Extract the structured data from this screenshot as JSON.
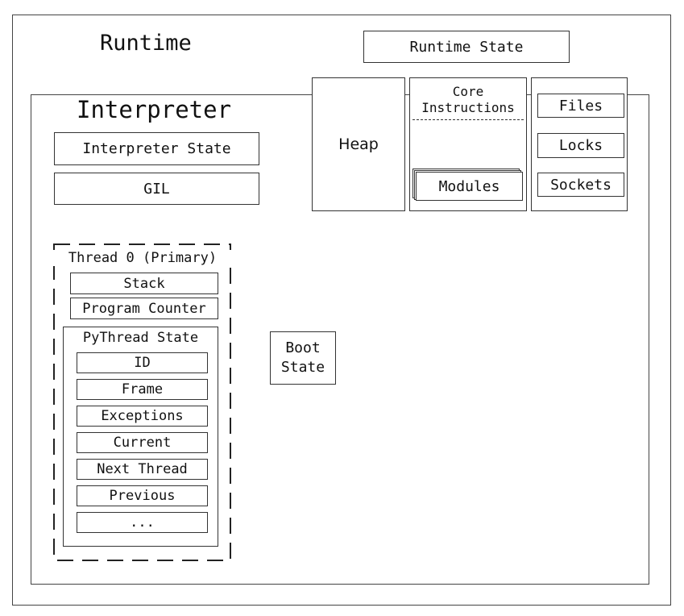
{
  "runtime": {
    "title": "Runtime",
    "state_label": "Runtime State"
  },
  "interpreter": {
    "title": "Interpreter",
    "state_label": "Interpreter State",
    "gil_label": "GIL",
    "boot_state_line1": "Boot",
    "boot_state_line2": "State"
  },
  "heap": {
    "label": "Heap",
    "core_line1": "Core",
    "core_line2": "Instructions",
    "modules_label": "Modules"
  },
  "resources": {
    "files": "Files",
    "locks": "Locks",
    "sockets": "Sockets"
  },
  "thread": {
    "title": "Thread 0 (Primary)",
    "stack": "Stack",
    "program_counter": "Program Counter",
    "pythread": {
      "title": "PyThread State",
      "items": [
        "ID",
        "Frame",
        "Exceptions",
        "Current",
        "Next Thread",
        "Previous",
        "..."
      ]
    }
  }
}
